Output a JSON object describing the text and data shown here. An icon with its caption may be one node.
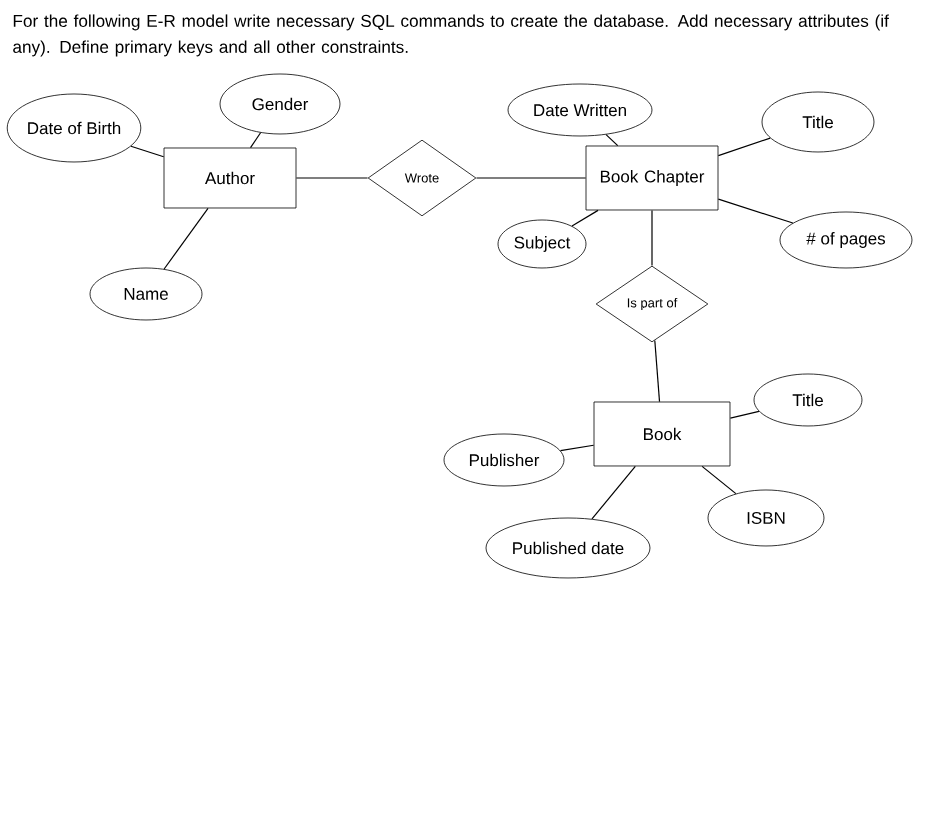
{
  "diagram": {
    "title": "For the following E-R model write necessary SQL commands to create the database. Add necessary attributes (if any). Define primary keys and all other constraints.",
    "nodes": [
      {
        "text": [
          "Author"
        ]
      },
      {
        "text": [
          "Date of Birth"
        ]
      },
      {
        "text": [
          "Gender"
        ]
      },
      {
        "text": [
          "Name"
        ]
      },
      {
        "text": [
          "Wrote"
        ]
      },
      {
        "text": [
          "Book Chapter"
        ]
      },
      {
        "text": [
          "Date Written"
        ]
      },
      {
        "text": [
          "Title"
        ]
      },
      {
        "text": [
          "Subject"
        ]
      },
      {
        "text": [
          "# of pages"
        ]
      },
      {
        "text": [
          "Is part of"
        ]
      },
      {
        "text": [
          "Book"
        ]
      },
      {
        "text": [
          "Title"
        ]
      },
      {
        "text": [
          "Publisher"
        ]
      },
      {
        "text": [
          "ISBN"
        ]
      },
      {
        "text": [
          "Published date"
        ]
      }
    ],
    "edges": [
      {
        "from": 1,
        "to": 0,
        "arrow": "none"
      },
      {
        "from": 2,
        "to": 0,
        "arrow": "none"
      },
      {
        "from": 3,
        "to": 0,
        "arrow": "none"
      },
      {
        "from": 0,
        "to": 4,
        "arrow": "none"
      },
      {
        "from": 4,
        "to": 5,
        "arrow": "none"
      },
      {
        "from": 6,
        "to": 5,
        "arrow": "none"
      },
      {
        "from": 7,
        "to": 5,
        "arrow": "none"
      },
      {
        "from": 8,
        "to": 5,
        "arrow": "none"
      },
      {
        "from": 9,
        "to": 5,
        "arrow": "none"
      },
      {
        "from": 5,
        "to": 10,
        "arrow": "none"
      },
      {
        "from": 10,
        "to": 11,
        "arrow": "none"
      },
      {
        "from": 12,
        "to": 11,
        "arrow": "none"
      },
      {
        "from": 13,
        "to": 11,
        "arrow": "none"
      },
      {
        "from": 14,
        "to": 11,
        "arrow": "none"
      },
      {
        "from": 15,
        "to": 11,
        "arrow": "none"
      }
    ]
  }
}
